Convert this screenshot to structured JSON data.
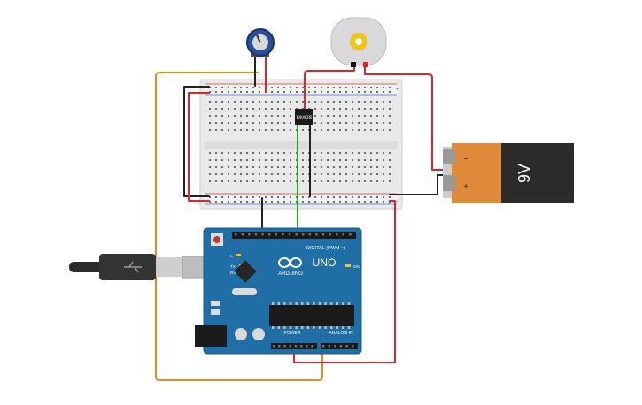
{
  "circuit": {
    "battery": {
      "voltage_label": "9V",
      "minus_label": "−",
      "plus_label": "+"
    },
    "mosfet": {
      "label": "NMOS"
    },
    "arduino": {
      "brand": "ARDUINO",
      "model": "UNO",
      "digital_header": "DIGITAL (PWM ~)",
      "power_header": "POWER",
      "analog_header": "ANALOG IN",
      "led_l": "L",
      "led_tx": "TX",
      "led_rx": "RX",
      "led_on": "ON"
    },
    "breadboard": {
      "rail_minus": "−",
      "rail_plus": "+"
    },
    "colors": {
      "wire_red": "#d9262a",
      "wire_black": "#222222",
      "wire_orange": "#e8891c",
      "wire_green": "#2ca02c",
      "arduino_blue": "#1f6fa6",
      "battery_orange": "#e08a3c",
      "battery_black": "#2b2b2b"
    }
  }
}
